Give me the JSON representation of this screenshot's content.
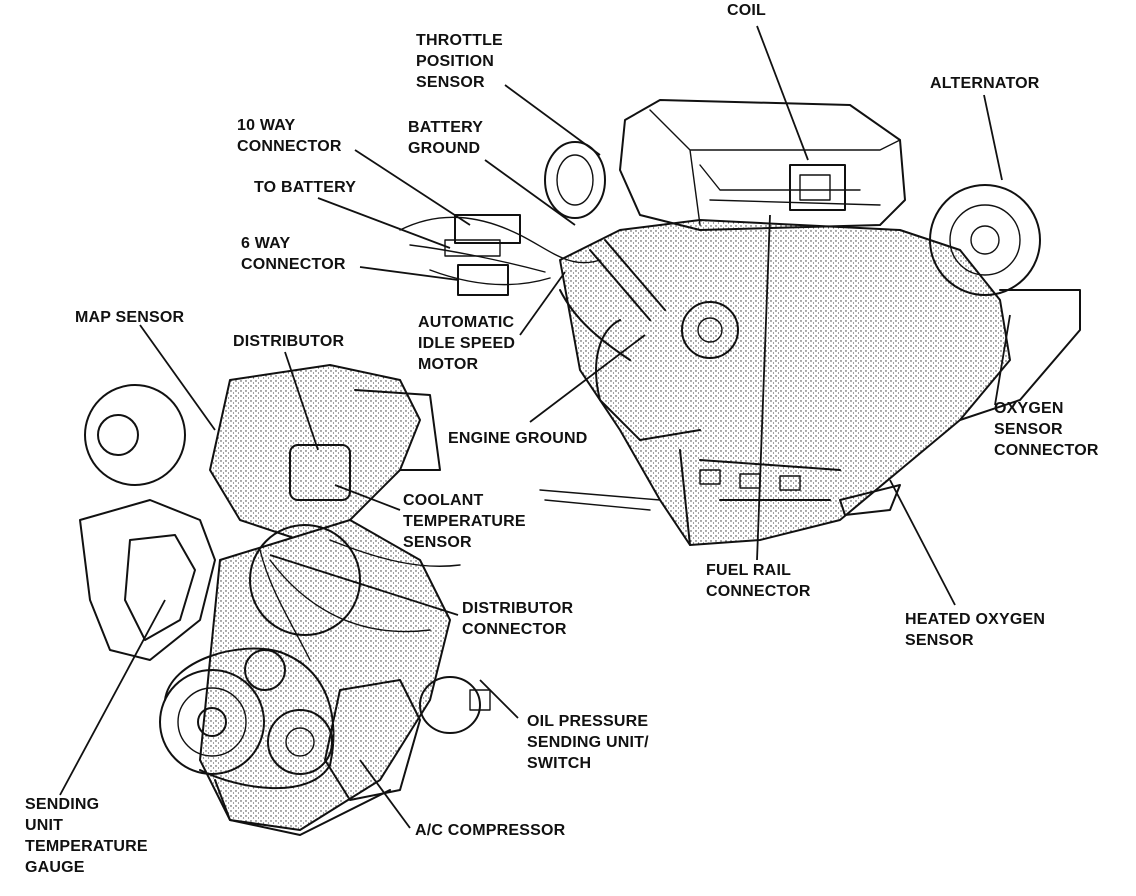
{
  "labels": {
    "coil": [
      "COIL"
    ],
    "throttle_position_sensor": [
      "THROTTLE",
      "POSITION",
      "SENSOR"
    ],
    "alternator": [
      "ALTERNATOR"
    ],
    "ten_way_connector": [
      "10 WAY",
      "CONNECTOR"
    ],
    "battery_ground": [
      "BATTERY",
      "GROUND"
    ],
    "to_battery": [
      "TO BATTERY"
    ],
    "six_way_connector": [
      "6 WAY",
      "CONNECTOR"
    ],
    "map_sensor": [
      "MAP SENSOR"
    ],
    "automatic_idle_speed_motor": [
      "AUTOMATIC",
      "IDLE SPEED",
      "MOTOR"
    ],
    "distributor": [
      "DISTRIBUTOR"
    ],
    "engine_ground": [
      "ENGINE GROUND"
    ],
    "oxygen_sensor_connector": [
      "OXYGEN",
      "SENSOR",
      "CONNECTOR"
    ],
    "coolant_temperature_sensor": [
      "COOLANT",
      "TEMPERATURE",
      "SENSOR"
    ],
    "fuel_rail_connector": [
      "FUEL RAIL",
      "CONNECTOR"
    ],
    "heated_oxygen_sensor": [
      "HEATED OXYGEN",
      "SENSOR"
    ],
    "distributor_connector": [
      "DISTRIBUTOR",
      "CONNECTOR"
    ],
    "oil_pressure_sending_unit": [
      "OIL PRESSURE",
      "SENDING UNIT/",
      "SWITCH"
    ],
    "sending_unit_temperature_gauge": [
      "SENDING",
      "UNIT",
      "TEMPERATURE",
      "GAUGE"
    ],
    "ac_compressor": [
      "A/C COMPRESSOR"
    ]
  },
  "colors": {
    "ink": "#111111",
    "paper": "#ffffff"
  }
}
